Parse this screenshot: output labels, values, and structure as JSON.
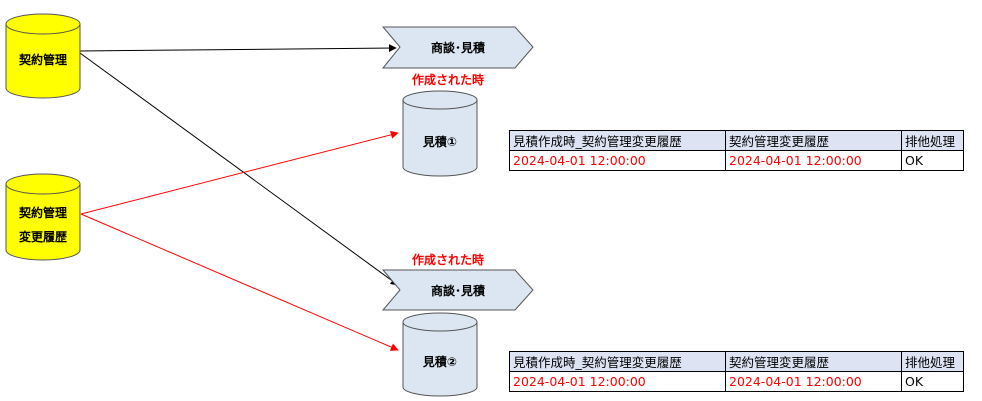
{
  "cylinders": {
    "contract_mgmt": {
      "label": "契約管理"
    },
    "contract_history": {
      "label_line1": "契約管理",
      "label_line2": "変更履歴"
    },
    "estimate1": {
      "label": "見積①"
    },
    "estimate2": {
      "label": "見積②"
    }
  },
  "processes": {
    "nego1": {
      "label": "商談･見積"
    },
    "nego2": {
      "label": "商談･見積"
    }
  },
  "annotations": {
    "created1": "作成された時",
    "created2": "作成された時"
  },
  "table_headers": [
    "見積作成時_契約管理変更履歴",
    "契約管理変更履歴",
    "排他処理"
  ],
  "tables": [
    {
      "row": [
        "2024-04-01 12:00:00",
        "2024-04-01 12:00:00",
        "OK"
      ]
    },
    {
      "row": [
        "2024-04-01 12:00:00",
        "2024-04-01 12:00:00",
        "OK"
      ]
    }
  ],
  "colors": {
    "cylinder_yellow": "#ffff00",
    "cylinder_blue": "#dce6f2",
    "process_fill": "#dce6f2",
    "arrow_black": "#000000",
    "arrow_red": "#ff0000",
    "table_header_fill": "#dde3f3",
    "table_value_red": "#ff0000"
  }
}
